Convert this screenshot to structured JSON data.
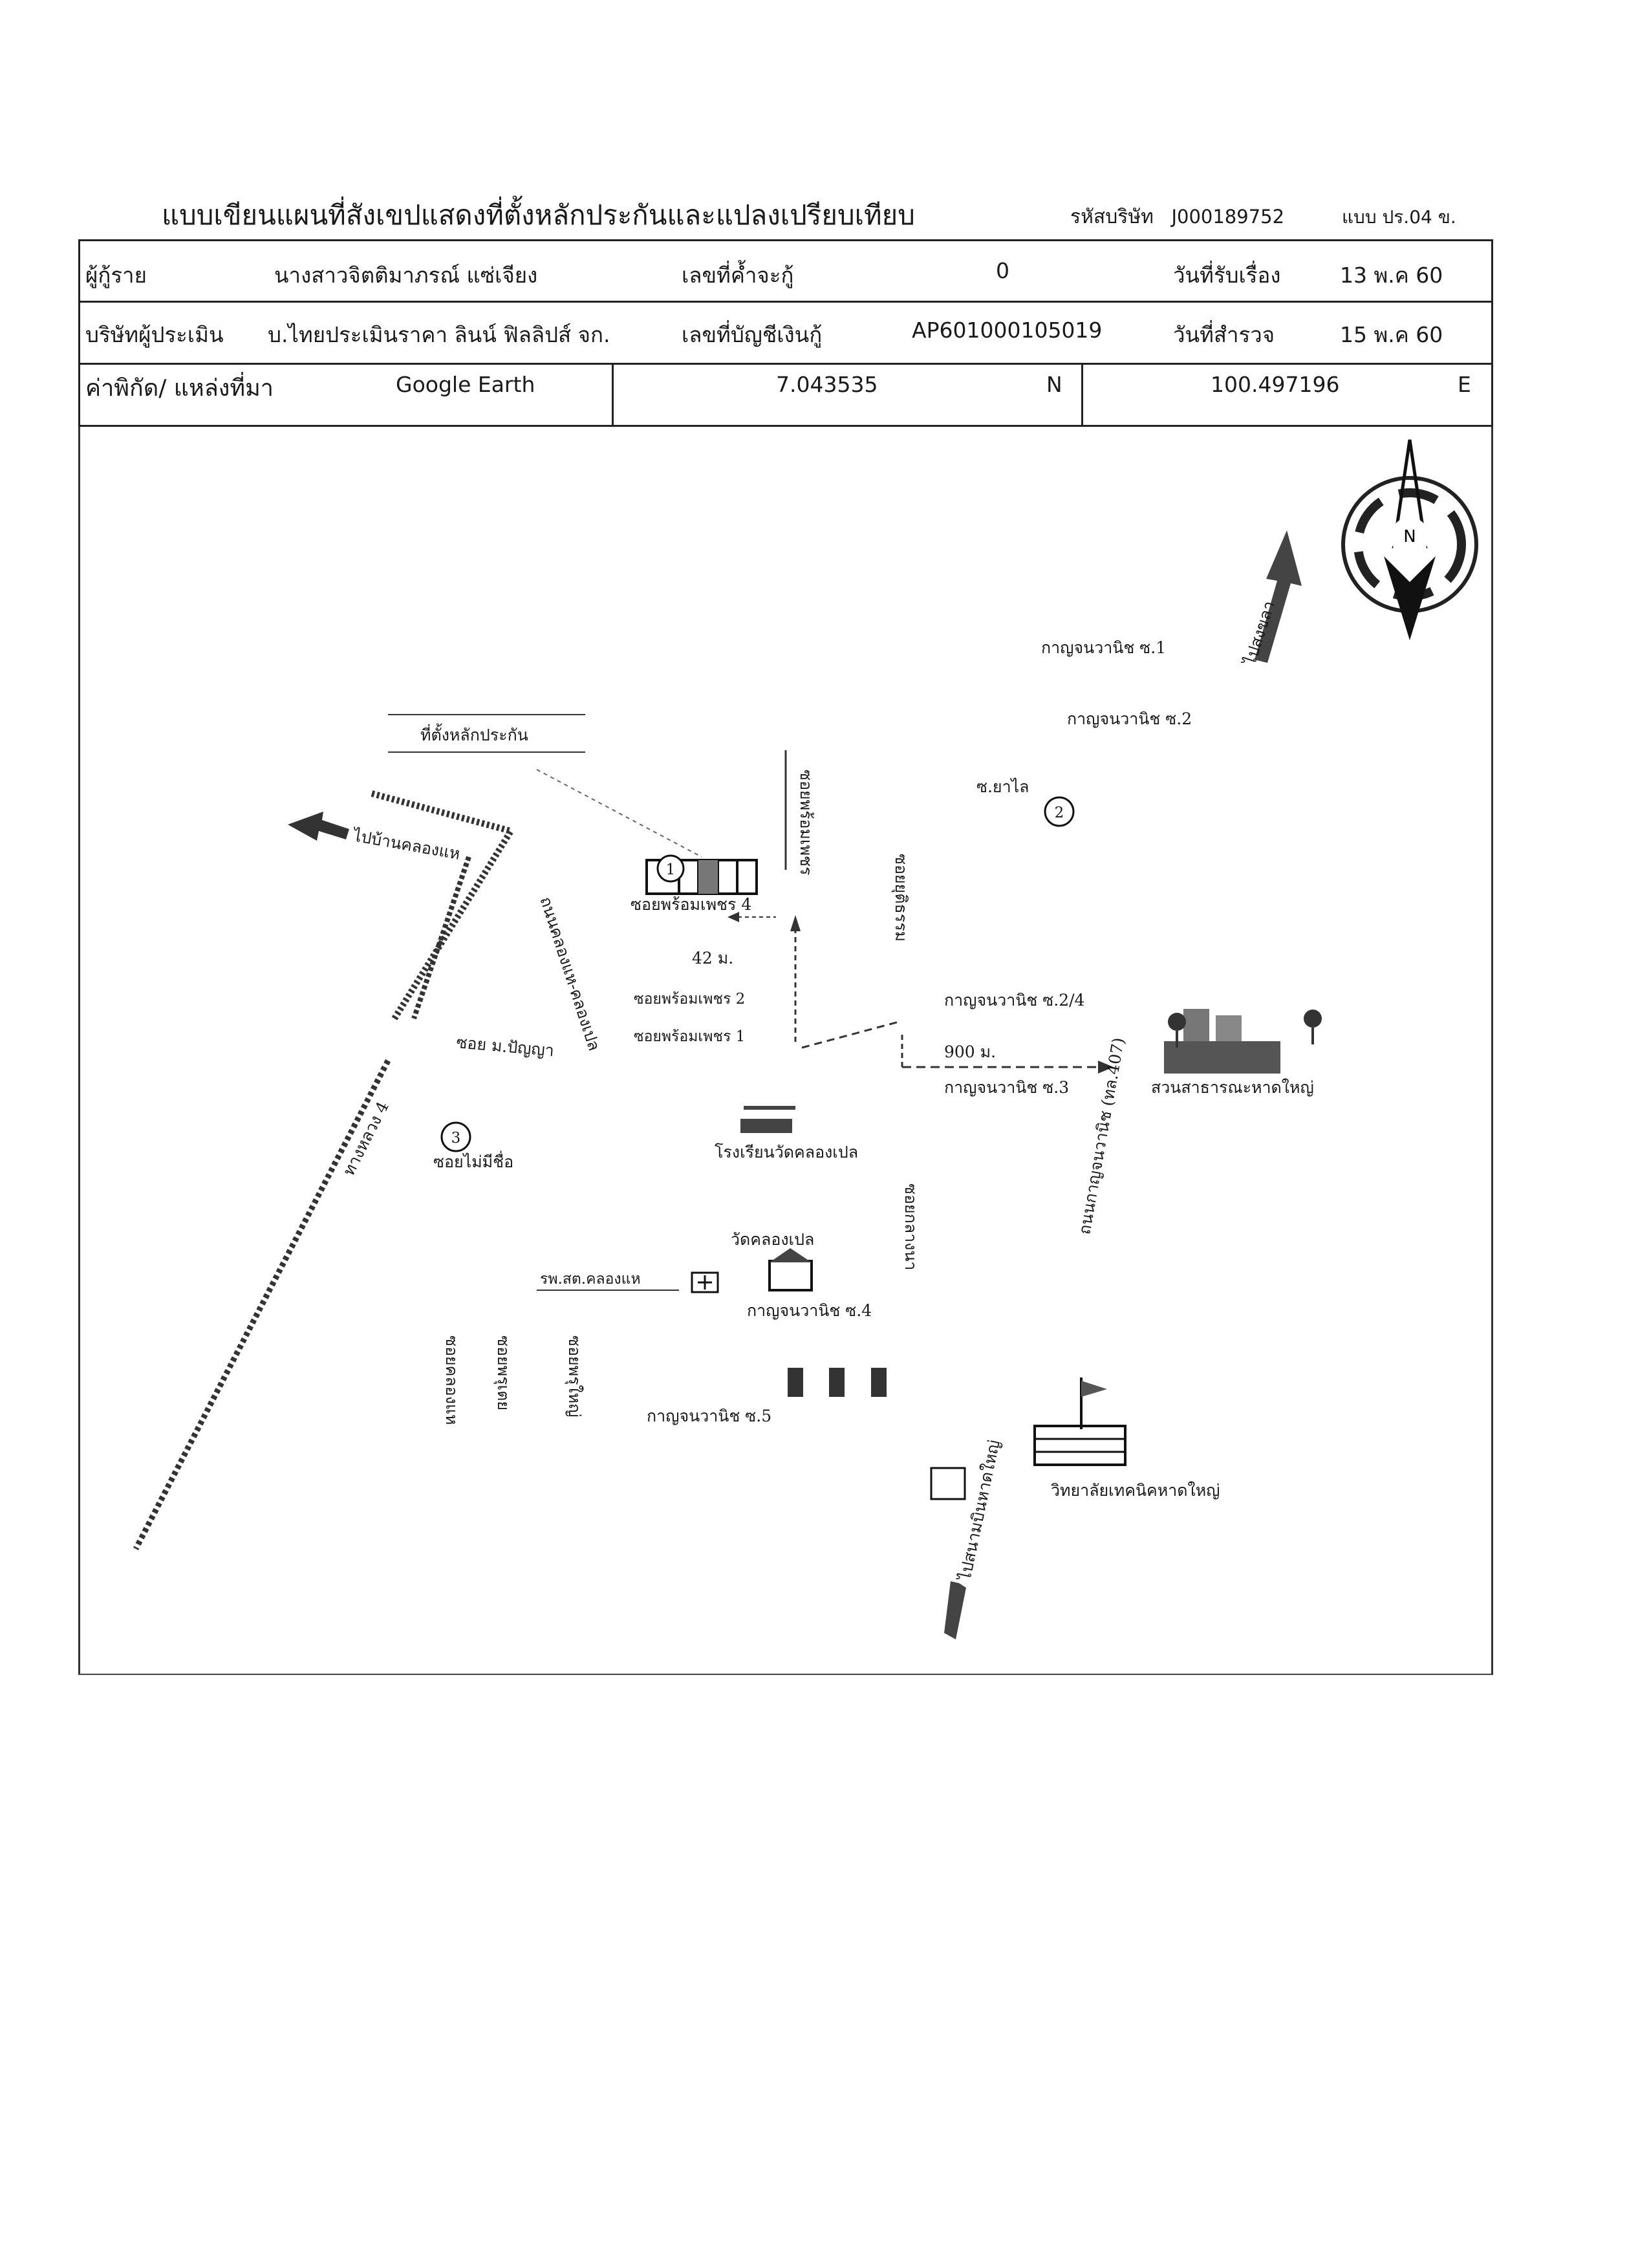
{
  "document": {
    "title": "แบบเขียนแผนที่สังเขปแสดงที่ตั้งหลักประกันและแปลงเปรียบเทียบ",
    "company_code_label": "รหัสบริษัท",
    "company_code": "J000189752",
    "form_no": "แบบ ปร.04 ข."
  },
  "header": {
    "borrower_label": "ผู้กู้ราย",
    "borrower_name": "นางสาวจิตติมาภรณ์ แซ่เจียง",
    "collateral_no_label": "เลขที่ค้ำจะกู้",
    "collateral_no": "0",
    "received_date_label": "วันที่รับเรื่อง",
    "received_date": "13 พ.ค 60",
    "appraiser_label": "บริษัทผู้ประเมิน",
    "appraiser_name": "บ.ไทยประเมินราคา ลินน์ ฟิลลิปส์ จก.",
    "appraisal_no_label": "เลขที่บัญชีเงินกู้",
    "appraisal_no": "AP601000105019",
    "survey_date_label": "วันที่สำรวจ",
    "survey_date": "15 พ.ค 60",
    "coord_label": "ค่าพิกัด/ แหล่งที่มา",
    "coord_source": "Google Earth",
    "latitude": "7.043535",
    "lat_dir": "N",
    "longitude": "100.497196",
    "lon_dir": "E"
  },
  "map": {
    "compass_letter": "N",
    "labels": {
      "to_songkhla": "ไปสงขลา",
      "kanchanawanit_1": "กาญจนวานิช ซ.1",
      "kanchanawanit_2": "กาญจนวานิช ซ.2",
      "collateral_site": "ที่ตั้งหลักประกัน",
      "to_ban_khlong": "ไปบ้านคลองแห",
      "soi_yaklai": "ซ.ยาไล",
      "marker_1": "1",
      "marker_2": "2",
      "marker_3": "3",
      "soi_phrompet": "ซอยพร้อมเพชร",
      "soi_phrompet_4": "ซอยพร้อมเพชร 4",
      "soi_phrompet_2": "ซอยพร้อมเพชร 2",
      "soi_phrompet_1": "ซอยพร้อมเพชร 1",
      "road_khlong": "ถนนคลองแห-คลองเปล",
      "dist_42": "42 ม.",
      "dist_900": "900 ม.",
      "soi_yut": "ซอยยุติธรรม",
      "kanchanawanit_24": "กาญจนวานิช ซ.2/4",
      "kanchanawanit_3": "กาญจนวานิช ซ.3",
      "public_park": "สวนสาธารณะหาดใหญ่",
      "soi_pannya": "ซอย ม.ปัญญา",
      "highway": "ทางหลวง 4",
      "kanchanawanit_road": "ถนนกาญจนวานิช (ทล.407)",
      "school": "โรงเรียนวัดคลองเปล",
      "soi_3": "ซอยไม่มีชื่อ",
      "soi_center": "ซอยกลางนา",
      "temple": "วัดคลองเปล",
      "hospital": "รพ.สต.คลองแห",
      "kanchanawanit_4": "กาญจนวานิช ซ.4",
      "soi_a": "ซอยคลองแห",
      "soi_b": "ซอยพรุเตย",
      "soi_c": "ซอยพรุใหญ่",
      "kanchanawanit_5": "กาญจนวานิช ซ.5",
      "to_airport": "ไปสนามบินหาดใหญ่",
      "college": "วิทยาลัยเทคนิคหาดใหญ่"
    }
  }
}
